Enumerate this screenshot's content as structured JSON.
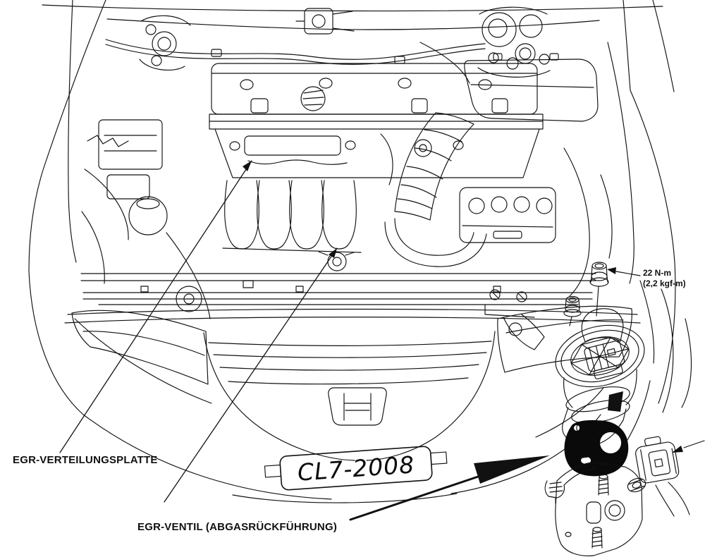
{
  "page": {
    "background_color": "#ffffff",
    "ink_color": "#111111",
    "gasket_fill_color": "#0a0a0a"
  },
  "diagram": {
    "vehicle_plate": "CL7-2008",
    "labels": {
      "egr_distribution_plate": "EGR-VERTEILUNGSPLATTE",
      "egr_valve": "EGR-VENTIL (ABGASRÜCKFÜHRUNG)"
    },
    "torque_callout": {
      "line1": "22 N-m",
      "line2": "(2,2 kgf-m)"
    },
    "icons": {
      "honda_emblem": "honda-h-emblem-icon"
    }
  }
}
